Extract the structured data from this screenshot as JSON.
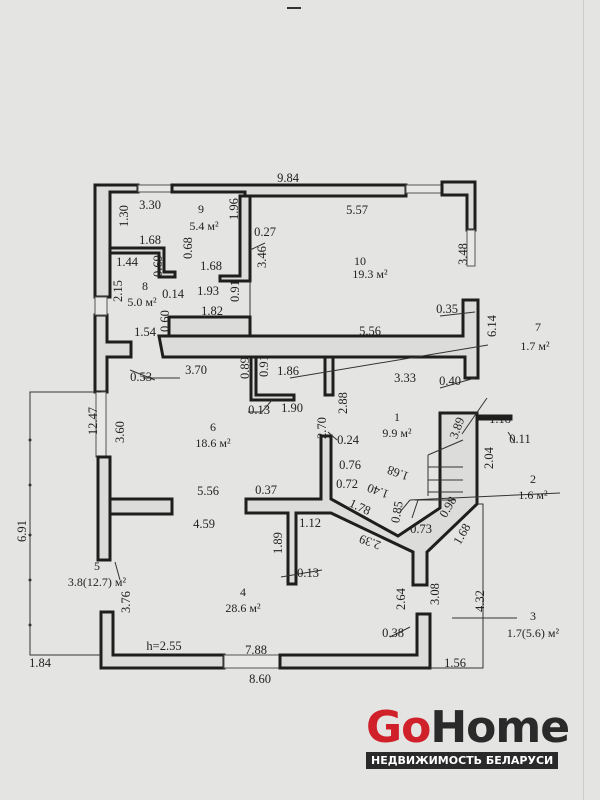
{
  "rooms": [
    {
      "number": "9",
      "area": "5.4 м²"
    },
    {
      "number": "10",
      "area": "19.3 м²"
    },
    {
      "number": "8",
      "area": "5.0 м²"
    },
    {
      "number": "7",
      "area": "1.7 м²"
    },
    {
      "number": "6",
      "area": "18.6 м²"
    },
    {
      "number": "1",
      "area": "9.9 м²"
    },
    {
      "number": "2",
      "area": "1.6 м²"
    },
    {
      "number": "4",
      "area": "28.6 м²"
    },
    {
      "number": "3",
      "area": "1.7(5.6) м²"
    },
    {
      "number": "5",
      "area": "3.8(12.7) м²"
    }
  ],
  "dimensions": [
    "9.84",
    "3.30",
    "5.57",
    "1.30",
    "1.96",
    "0.27",
    "1.68",
    "3.46",
    "3.48",
    "1.44",
    "0.69",
    "0.68",
    "1.68",
    "0.14",
    "1.93",
    "2.15",
    "0.91",
    "1.82",
    "0.35",
    "0.60",
    "1.54",
    "5.56",
    "6.14",
    "0.53",
    "3.70",
    "0.89",
    "0.91",
    "1.86",
    "3.33",
    "0.40",
    "0.13",
    "1.90",
    "12.47",
    "3.60",
    "2.88",
    "2.70",
    "0.24",
    "1.18",
    "0.11",
    "3.89",
    "0.76",
    "1.68",
    "2.04",
    "0.72",
    "1.40",
    "1.78",
    "0.85",
    "0.98",
    "0.73",
    "2.39",
    "1.68",
    "5.56",
    "4.59",
    "0.37",
    "1.12",
    "1.89",
    "0.13",
    "6.91",
    "3.76",
    "2.64",
    "3.08",
    "4.32",
    "0.38",
    "h=2.55",
    "7.88",
    "8.60",
    "1.84",
    "1.56"
  ],
  "logo": {
    "brand_go": "Go",
    "brand_home": "Home",
    "tagline": "НЕДВИЖИМОСТЬ БЕЛАРУСИ"
  }
}
